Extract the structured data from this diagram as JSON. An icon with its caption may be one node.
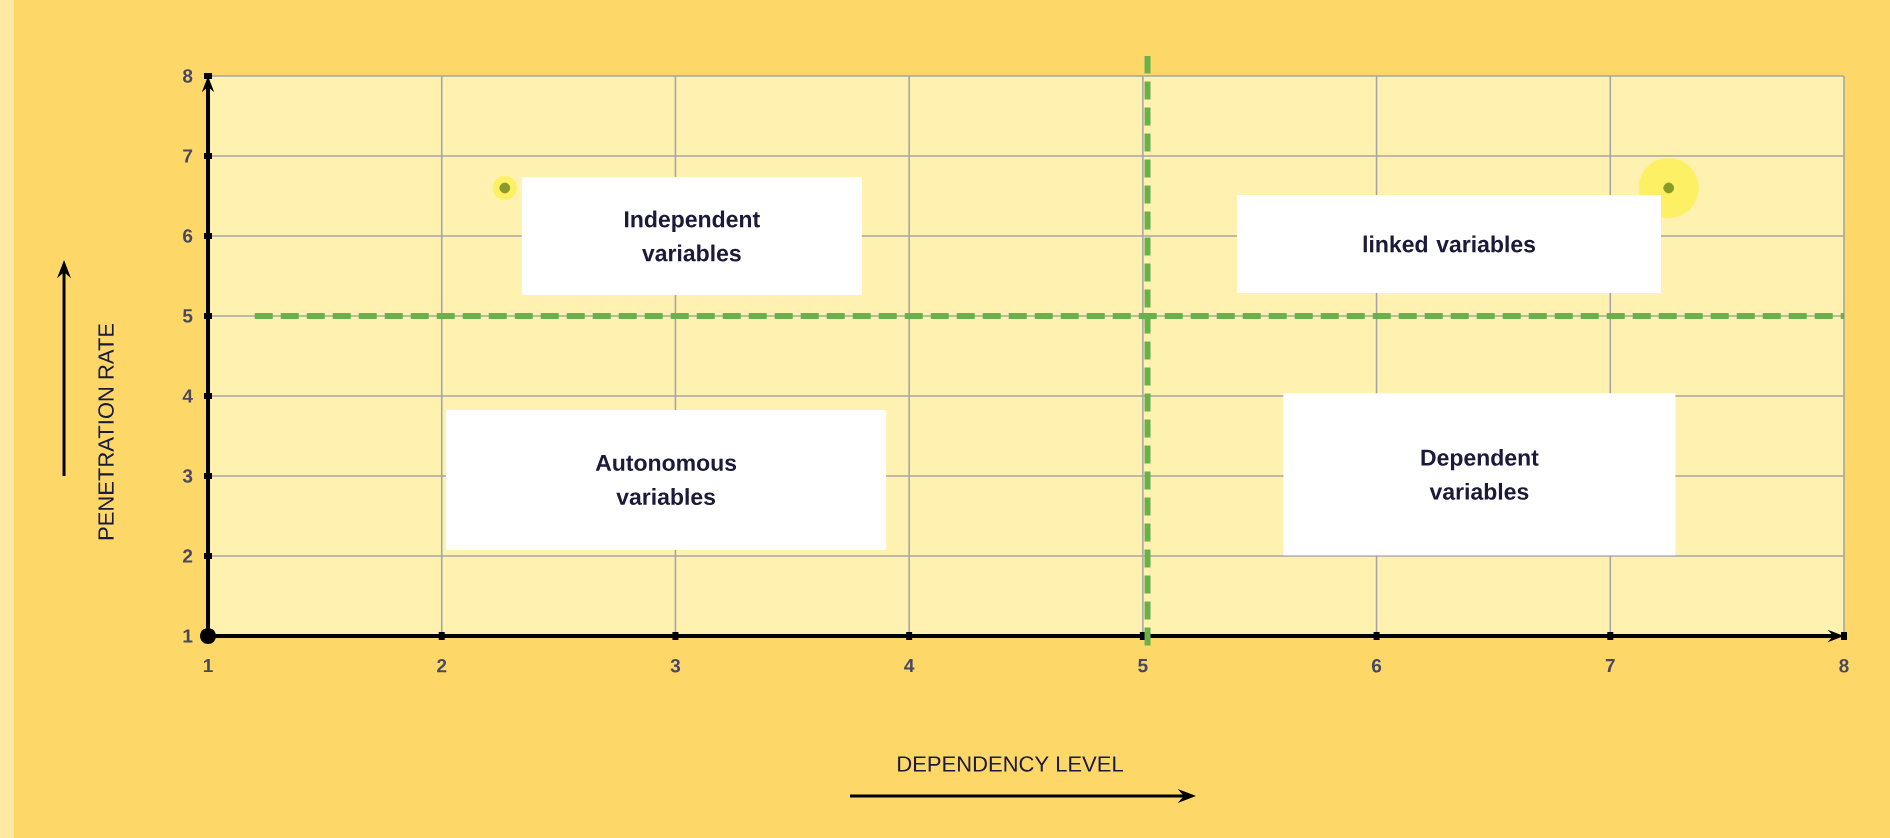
{
  "diagram": {
    "nodes": [
      {
        "text": [
          "Independent variables"
        ]
      },
      {
        "text": [
          "linked variables"
        ]
      },
      {
        "text": [
          "Autonomous variables"
        ]
      },
      {
        "text": [
          "Dependent variables"
        ]
      }
    ],
    "chart_data": {
      "type": "scatter",
      "grid": true,
      "xlabel": "DEPENDENCY LEVEL",
      "ylabel": "PENETRATION RATE",
      "xlim": [
        1,
        8
      ],
      "ylim": [
        1,
        8
      ],
      "xticks": [
        1,
        2,
        3,
        4,
        5,
        6,
        7,
        8
      ],
      "yticks": [
        1,
        2,
        3,
        4,
        5,
        6,
        7,
        8
      ],
      "x": [
        2.27,
        7.25
      ],
      "series": [
        {
          "color": "#8a9a2a",
          "values": [
            6.6,
            6.6
          ]
        }
      ]
    }
  }
}
